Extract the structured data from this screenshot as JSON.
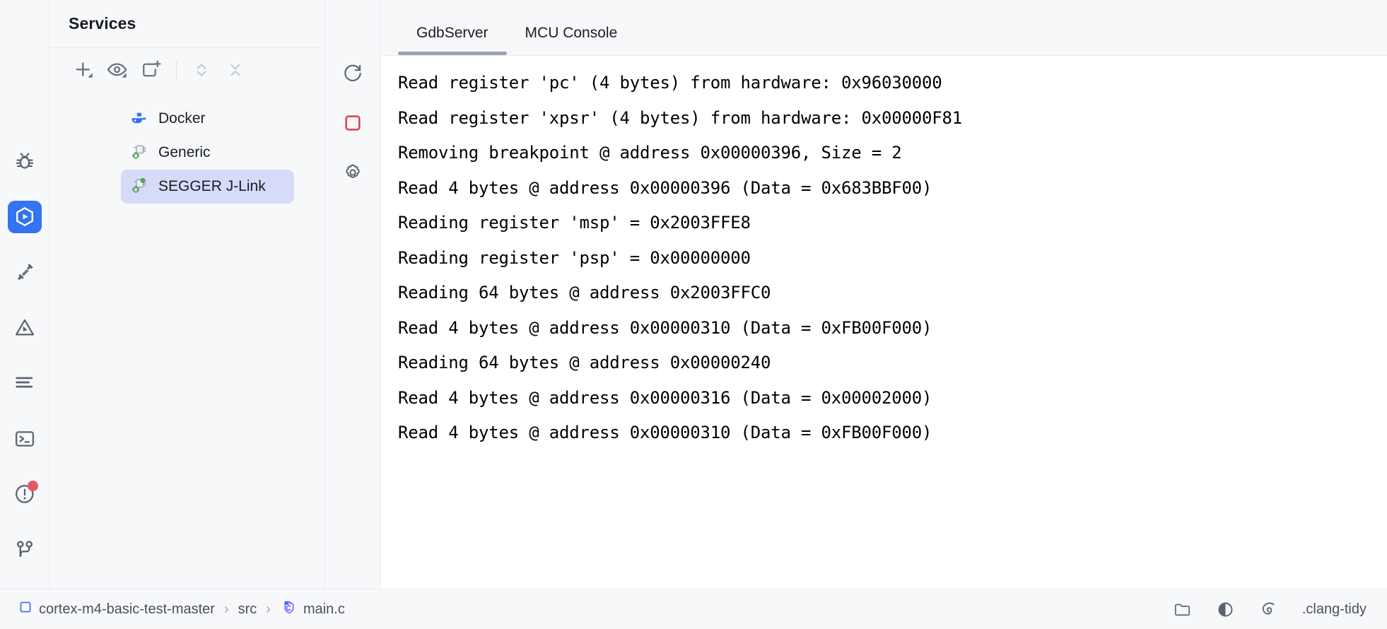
{
  "activity_bar": {
    "items": [
      {
        "name": "debug",
        "icon": "bug-icon",
        "active": false
      },
      {
        "name": "services",
        "icon": "services-icon",
        "active": true
      },
      {
        "name": "plugins",
        "icon": "plug-icon",
        "active": false
      },
      {
        "name": "problems",
        "icon": "warning-triangle-icon",
        "active": false
      },
      {
        "name": "todo",
        "icon": "lines-icon",
        "active": false
      },
      {
        "name": "terminal",
        "icon": "terminal-icon",
        "active": false
      },
      {
        "name": "notifications",
        "icon": "notification-icon",
        "active": false,
        "badge": true
      },
      {
        "name": "version-control",
        "icon": "git-branch-icon",
        "active": false
      }
    ]
  },
  "services_panel": {
    "title": "Services",
    "toolbar": [
      {
        "name": "add-service-button",
        "icon": "plus-icon",
        "disabled": false
      },
      {
        "name": "filter-button",
        "icon": "eye-icon",
        "disabled": false
      },
      {
        "name": "add-tab-button",
        "icon": "add-tab-icon",
        "disabled": false
      },
      {
        "name": "expand-all-button",
        "icon": "expand-chevrons-icon",
        "disabled": true
      },
      {
        "name": "collapse-all-button",
        "icon": "collapse-chevrons-icon",
        "disabled": true
      }
    ],
    "tree": [
      {
        "label": "Docker",
        "icon": "docker-whale-icon",
        "selected": false,
        "status_dot": false
      },
      {
        "label": "Generic",
        "icon": "embedded-chip-icon",
        "selected": false,
        "status_dot": false
      },
      {
        "label": "SEGGER J-Link",
        "icon": "embedded-chip-icon",
        "selected": true,
        "status_dot": true
      }
    ]
  },
  "console": {
    "toolbar": [
      {
        "name": "rerun-button",
        "icon": "rerun-icon"
      },
      {
        "name": "stop-button",
        "icon": "stop-square-icon"
      },
      {
        "name": "settings-button",
        "icon": "gear-icon"
      }
    ],
    "tabs": [
      {
        "label": "GdbServer",
        "active": true
      },
      {
        "label": "MCU Console",
        "active": false
      }
    ],
    "lines": [
      "Read register 'pc' (4 bytes) from hardware: 0x96030000",
      "Read register 'xpsr' (4 bytes) from hardware: 0x00000F81",
      "Removing breakpoint @ address 0x00000396, Size = 2",
      "Read 4 bytes @ address 0x00000396 (Data = 0x683BBF00)",
      "Reading register 'msp' = 0x2003FFE8",
      "Reading register 'psp' = 0x00000000",
      "Reading 64 bytes @ address 0x2003FFC0",
      "Read 4 bytes @ address 0x00000310 (Data = 0xFB00F000)",
      "Reading 64 bytes @ address 0x00000240",
      "Read 4 bytes @ address 0x00000316 (Data = 0x00002000)",
      "Read 4 bytes @ address 0x00000310 (Data = 0xFB00F000)"
    ]
  },
  "status_bar": {
    "breadcrumbs": [
      {
        "label": "cortex-m4-basic-test-master",
        "icon": "project-square-icon"
      },
      {
        "label": "src",
        "icon": null
      },
      {
        "label": "main.c",
        "icon": "c-file-icon"
      }
    ],
    "separator": "›",
    "right": [
      {
        "name": "open-folder-button",
        "icon": "folder-icon",
        "label": null
      },
      {
        "name": "theme-toggle-button",
        "icon": "contrast-icon",
        "label": null
      },
      {
        "name": "clang-tidy-icon-button",
        "icon": "spiral-icon",
        "label": null
      },
      {
        "name": "clang-tidy-config",
        "icon": null,
        "label": ".clang-tidy"
      }
    ]
  },
  "colors": {
    "accent": "#3574f0",
    "selection": "#d6dcf7",
    "panel_bg": "#f7f8fa",
    "console_bg": "#ffffff",
    "border": "#ebecf0",
    "stop_red": "#d0424f",
    "badge_red": "#e55765",
    "status_green": "#4caf50",
    "tab_underline": "#9aa1b0"
  }
}
